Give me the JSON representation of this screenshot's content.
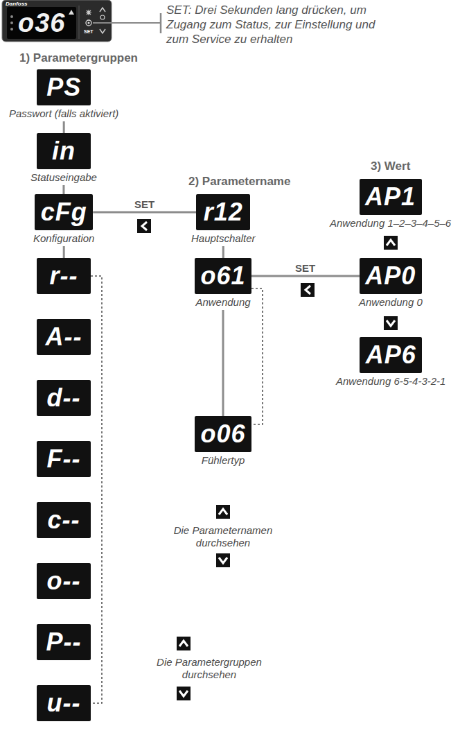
{
  "diagram": {
    "nodes": [
      {
        "text": [
          "PS",
          "Passwort (falls aktiviert)"
        ]
      },
      {
        "text": [
          "in",
          "Statuseingabe"
        ]
      },
      {
        "text": [
          "cFg",
          "Konfiguration"
        ]
      },
      {
        "text": [
          "r--"
        ]
      },
      {
        "text": [
          "A--"
        ]
      },
      {
        "text": [
          "d--"
        ]
      },
      {
        "text": [
          "F--"
        ]
      },
      {
        "text": [
          "c--"
        ]
      },
      {
        "text": [
          "o--"
        ]
      },
      {
        "text": [
          "P--"
        ]
      },
      {
        "text": [
          "u--"
        ]
      },
      {
        "text": [
          "r12",
          "Hauptschalter"
        ]
      },
      {
        "text": [
          "o61",
          "Anwendung"
        ]
      },
      {
        "text": [
          "o06",
          "Fühlertyp"
        ]
      },
      {
        "text": [
          "AP1",
          "Anwendung 1–2–3–4–5–6"
        ]
      },
      {
        "text": [
          "AP0",
          "Anwendung 0"
        ]
      },
      {
        "text": [
          "AP6",
          "Anwendung 6-5-4-3-2-1"
        ]
      }
    ],
    "edges": [
      {
        "from": 0,
        "to": 1,
        "arrow": "none"
      },
      {
        "from": 1,
        "to": 2,
        "arrow": "none"
      },
      {
        "from": 2,
        "to": 3,
        "arrow": "none"
      },
      {
        "from": 3,
        "to": 10,
        "arrow": "none"
      },
      {
        "from": 2,
        "to": 11,
        "label": "SET",
        "arrow": "none"
      },
      {
        "from": 11,
        "to": 12,
        "arrow": "none"
      },
      {
        "from": 12,
        "to": 13,
        "arrow": "none"
      },
      {
        "from": 12,
        "to": 13,
        "arrow": "none"
      },
      {
        "from": 12,
        "to": 15,
        "label": "SET",
        "arrow": "none"
      }
    ],
    "labels": [
      "Danfoss",
      "o36",
      "SET",
      "SET: Drei Sekunden lang drücken, um Zugang zum Status, zur Einstellung und zum Service zu erhalten",
      "1) Parametergruppen",
      "2) Parametername",
      "3) Wert",
      "Die Parameternamen durchsehen",
      "Die Parametergruppen durchsehen"
    ]
  }
}
